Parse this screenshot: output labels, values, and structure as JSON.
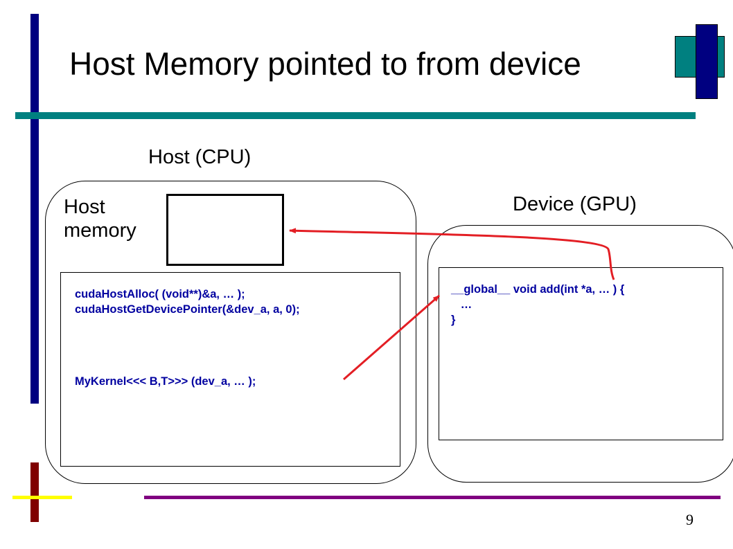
{
  "slide": {
    "title": "Host Memory pointed to from device",
    "page_number": "9"
  },
  "host": {
    "heading": "Host (CPU)",
    "memory_label_line1": "Host",
    "memory_label_line2": "memory",
    "code_lines": [
      "cudaHostAlloc( (void**)&a, … );",
      "cudaHostGetDevicePointer(&dev_a, a, 0);",
      "MyKernel<<< B,T>>> (dev_a, … );"
    ]
  },
  "device": {
    "heading": "Device (GPU)",
    "code_lines": [
      "__global__ void add(int *a, … ) {",
      "   …",
      "}"
    ]
  },
  "colors": {
    "navy": "#000080",
    "teal": "#008080",
    "maroon": "#800000",
    "yellow": "#ffff00",
    "purple": "#800080",
    "arrow_red": "#e31e24",
    "code_blue": "#0000a0"
  }
}
